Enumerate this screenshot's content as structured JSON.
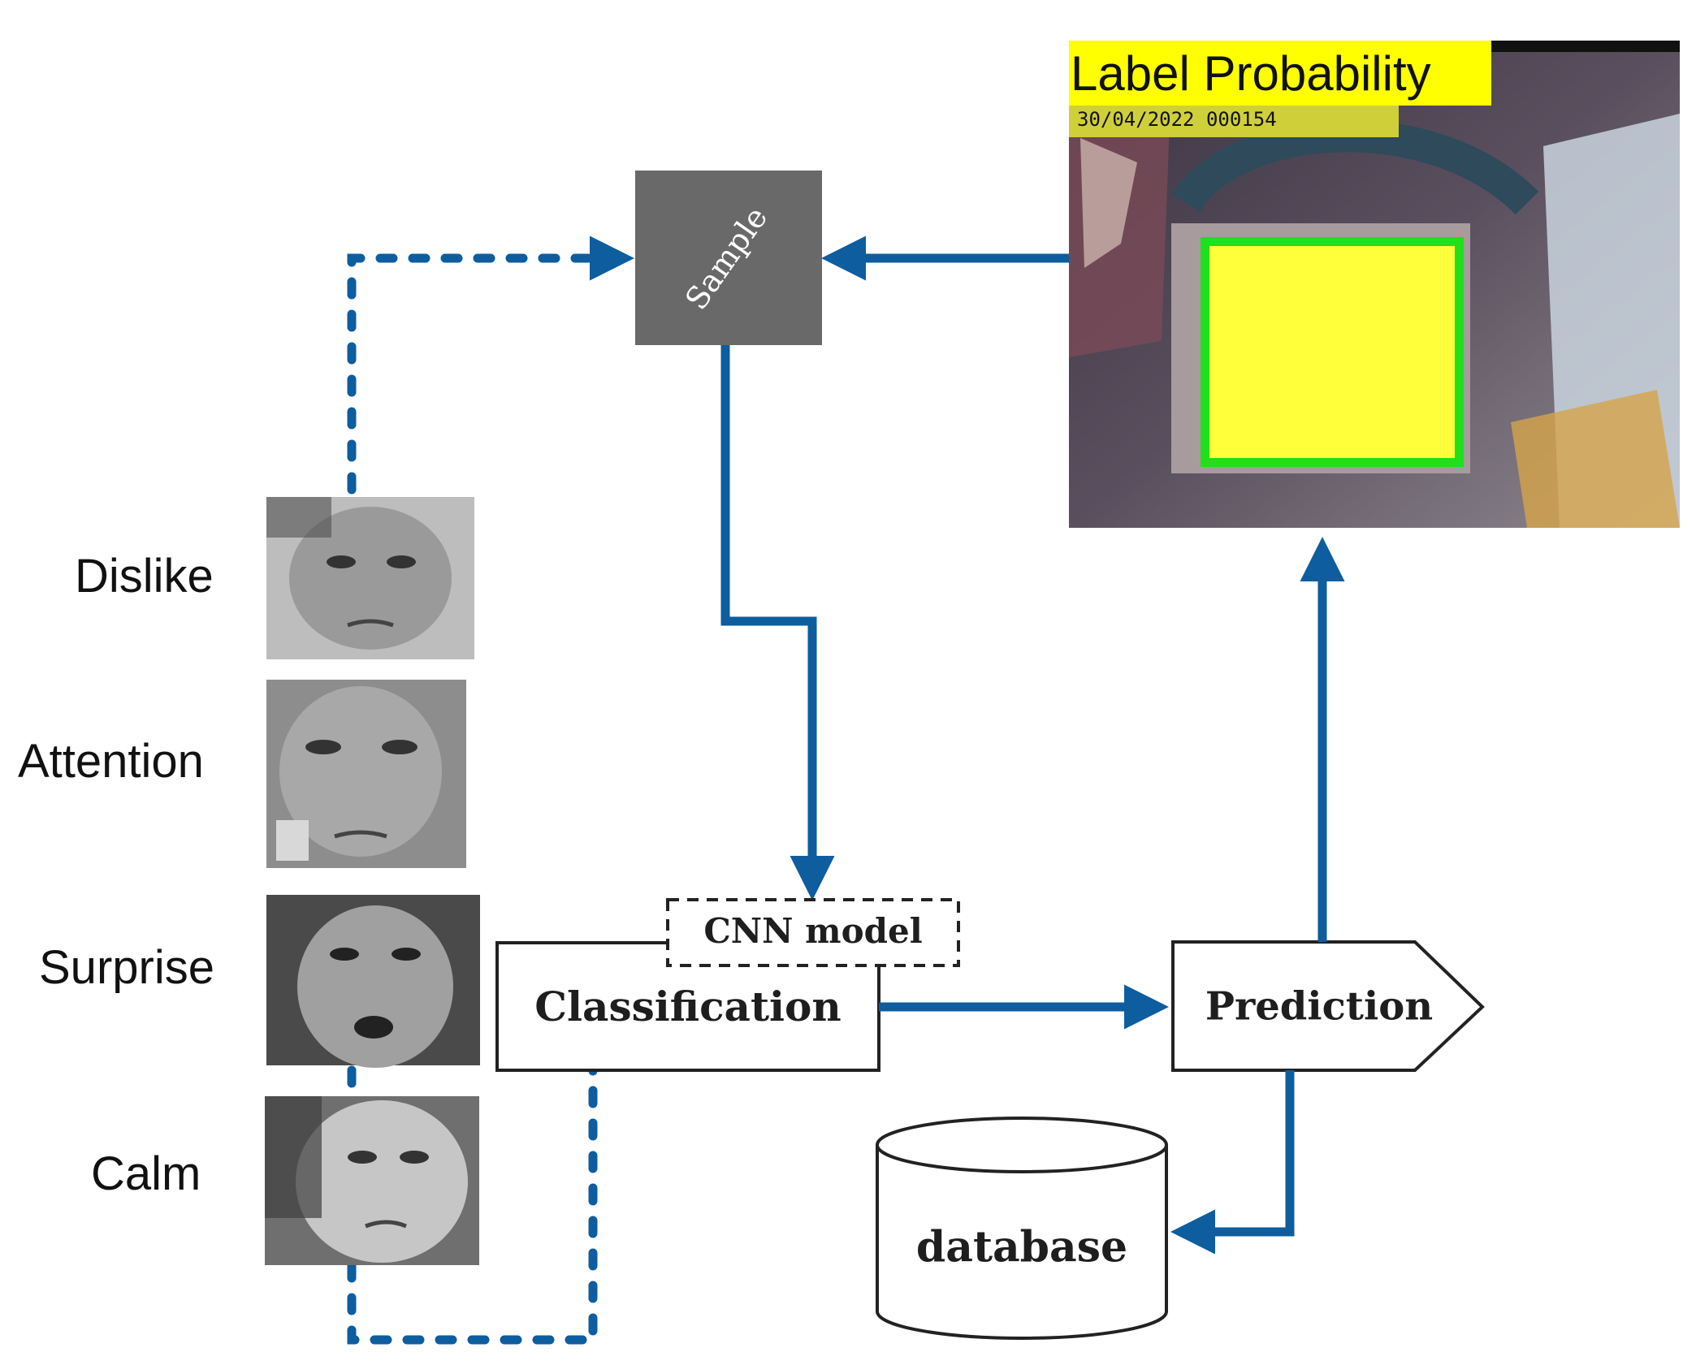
{
  "colors": {
    "flow_blue": "#0d5d9f",
    "sample_box": "#696969",
    "highlight_yellow": "#ffff3a",
    "frame_green": "#1fe01a"
  },
  "faces": [
    {
      "label": "Dislike",
      "icon": "face-photo-dislike"
    },
    {
      "label": "Attention",
      "icon": "face-photo-attention"
    },
    {
      "label": "Surprise",
      "icon": "face-photo-surprise"
    },
    {
      "label": "Calm",
      "icon": "face-photo-calm"
    }
  ],
  "nodes": {
    "sample": "Sample",
    "cnn_model": "CNN model",
    "classification": "Classification",
    "prediction": "Prediction",
    "database": "database"
  },
  "photo": {
    "title": "Label Probability",
    "timestamp": "30/04/2022 000154",
    "icon": "webcam-frame-photo"
  }
}
